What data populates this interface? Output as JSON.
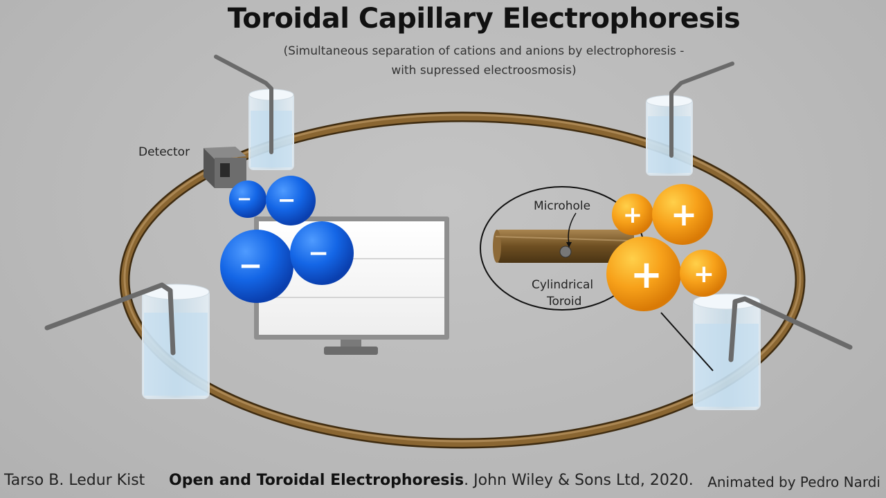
{
  "title": "Toroidal Capillary Electrophoresis",
  "subtitle_line1": "(Simultaneous separation of cations and anions by electrophoresis -",
  "subtitle_line2": "with supressed electroosmosis)",
  "labels": {
    "detector": "Detector",
    "microhole": "Microhole",
    "cylindrical_toroid_line1": "Cylindrical",
    "cylindrical_toroid_line2": "Toroid"
  },
  "ions": {
    "anion_symbol": "−",
    "cation_symbol": "+"
  },
  "footer": {
    "author": "Tarso B. Ledur Kist",
    "book_title": "Open and Toroidal Electrophoresis",
    "publisher": ". John Wiley & Sons Ltd, 2020.",
    "credit": "Animated by Pedro Nardi"
  },
  "colors": {
    "background": "#bcbcbc",
    "toroid": "#7a5a2a",
    "anion": "#1466e6",
    "cation": "#f7a11a",
    "beaker_liquid": "#cfe6f5"
  }
}
